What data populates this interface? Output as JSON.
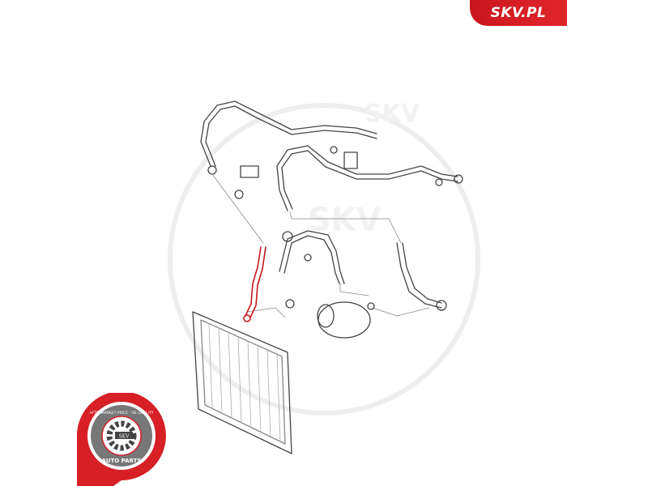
{
  "brand": {
    "label": "SKV.PL",
    "color": "#d71f26"
  },
  "watermark": {
    "text": "SKV"
  },
  "seal": {
    "top_text": "AFTERMARKET PRICE · OE QUALITY",
    "center_text": "SKV",
    "bottom_text": "AUTO PARTS",
    "color": "#d71f26"
  },
  "highlight_color": "#c8161d"
}
